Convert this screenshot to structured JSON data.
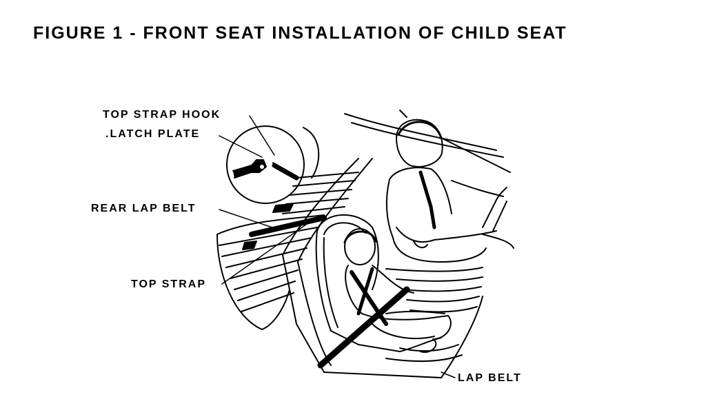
{
  "figure": {
    "title": "FIGURE 1 - FRONT SEAT INSTALLATION OF CHILD SEAT",
    "labels": {
      "top_strap_hook": "TOP STRAP HOOK",
      "latch_plate": ".LATCH PLATE",
      "rear_lap_belt": "REAR LAP BELT",
      "top_strap": "TOP STRAP",
      "lap_belt": "LAP BELT"
    }
  }
}
